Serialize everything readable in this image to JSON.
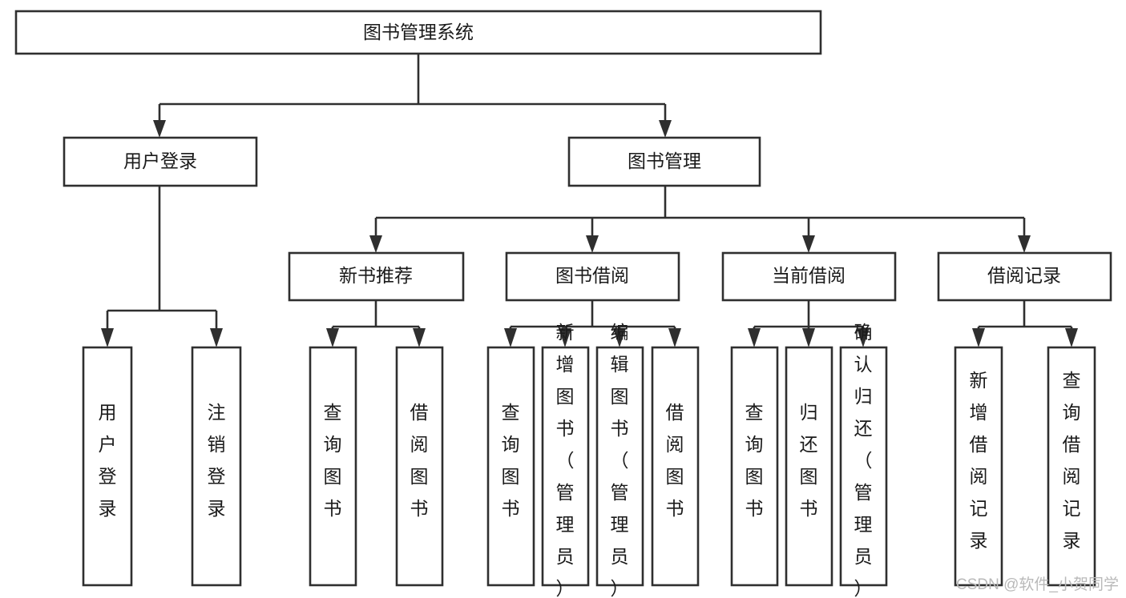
{
  "diagram": {
    "type": "tree-hierarchy-chart",
    "title": "图书管理系统",
    "background_color": "#ffffff",
    "border_color": "#2f2f2f",
    "text_color": "#1a1a1a",
    "levels": {
      "root": {
        "label": "图书管理系统"
      },
      "level2": [
        {
          "id": "user-login",
          "label": "用户登录"
        },
        {
          "id": "book-management",
          "label": "图书管理"
        }
      ],
      "level3": [
        {
          "id": "new-book-recommend",
          "label": "新书推荐",
          "parent": "book-management"
        },
        {
          "id": "book-borrow",
          "label": "图书借阅",
          "parent": "book-management"
        },
        {
          "id": "current-borrow",
          "label": "当前借阅",
          "parent": "book-management"
        },
        {
          "id": "borrow-record",
          "label": "借阅记录",
          "parent": "book-management"
        }
      ],
      "leaves": {
        "user-login": [
          {
            "id": "leaf-user-login",
            "label": "用户登录"
          },
          {
            "id": "leaf-logout-login",
            "label": "注销登录"
          }
        ],
        "new-book-recommend": [
          {
            "id": "leaf-query-book-1",
            "label": "查询图书"
          },
          {
            "id": "leaf-borrow-book-1",
            "label": "借阅图书"
          }
        ],
        "book-borrow": [
          {
            "id": "leaf-query-book-2",
            "label": "查询图书"
          },
          {
            "id": "leaf-add-book",
            "label": "新增图书（管理员）"
          },
          {
            "id": "leaf-edit-book",
            "label": "编辑图书（管理员）"
          },
          {
            "id": "leaf-borrow-book-2",
            "label": "借阅图书"
          }
        ],
        "current-borrow": [
          {
            "id": "leaf-query-book-3",
            "label": "查询图书"
          },
          {
            "id": "leaf-return-book",
            "label": "归还图书"
          },
          {
            "id": "leaf-confirm-return",
            "label": "确认归还（管理员）"
          }
        ],
        "borrow-record": [
          {
            "id": "leaf-add-record",
            "label": "新增借阅记录"
          },
          {
            "id": "leaf-query-record",
            "label": "查询借阅记录"
          }
        ]
      }
    }
  },
  "watermark": {
    "text": "CSDN @软件_小贺同学"
  }
}
